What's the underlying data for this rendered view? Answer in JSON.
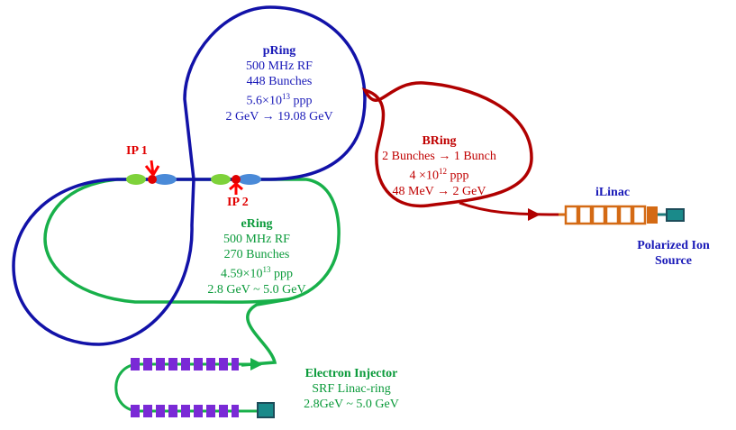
{
  "pring": {
    "title": "pRing",
    "lines": [
      "500 MHz RF",
      "448 Bunches"
    ],
    "ppp_mant": "5.6×10",
    "ppp_exp": "13",
    "ppp_unit": " ppp",
    "energy": "2 GeV →  19.08 GeV",
    "color": "#1a1ab8"
  },
  "bring": {
    "title": "BRing",
    "bunches": "2 Bunches →   1 Bunch",
    "ppp_mant": "4 ×10",
    "ppp_exp": "12",
    "ppp_unit": " ppp",
    "energy": "48 MeV →  2 GeV",
    "color": "#c00000"
  },
  "ering": {
    "title": "eRing",
    "lines": [
      "500 MHz RF",
      "270 Bunches"
    ],
    "ppp_mant": "4.59×10",
    "ppp_exp": "13",
    "ppp_unit": " ppp",
    "energy": "2.8 GeV ~ 5.0 GeV",
    "color": "#0a9a3a"
  },
  "injector": {
    "title": "Electron Injector",
    "lines": [
      "SRF Linac-ring",
      "2.8GeV ~ 5.0 GeV"
    ]
  },
  "ilinac": {
    "title": "iLinac",
    "color": "#d46a14"
  },
  "ion_source": {
    "lines": [
      "Polarized Ion",
      "Source"
    ]
  },
  "ip": {
    "ip1": "IP 1",
    "ip2": "IP 2",
    "marker_color": "#ff0000"
  }
}
